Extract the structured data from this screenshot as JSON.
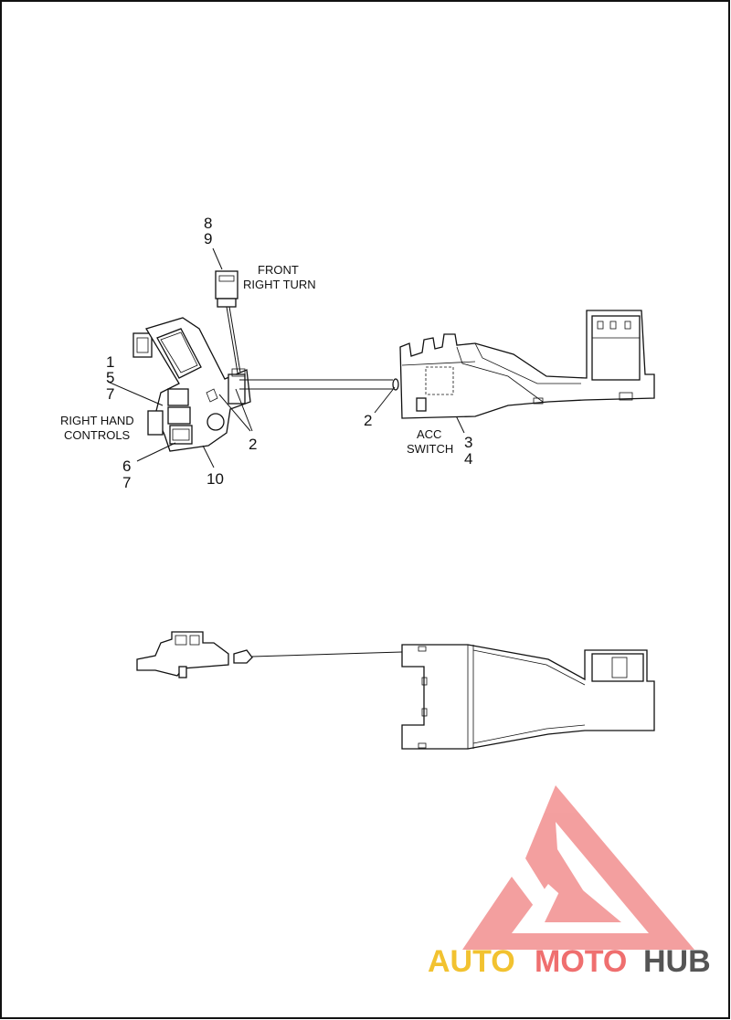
{
  "callouts": {
    "c_8": "8",
    "c_9": "9",
    "c_1": "1",
    "c_5": "5",
    "c_7a": "7",
    "c_2a": "2",
    "c_6": "6",
    "c_7b": "7",
    "c_10": "10",
    "c_2b": "2",
    "c_3": "3",
    "c_4": "4"
  },
  "labels": {
    "front_right_turn_1": "FRONT",
    "front_right_turn_2": "RIGHT TURN",
    "right_hand_controls_1": "RIGHT HAND",
    "right_hand_controls_2": "CONTROLS",
    "acc_switch_1": "ACC",
    "acc_switch_2": "SWITCH"
  },
  "watermark": {
    "auto": "AUTO",
    "moto": "MOTO",
    "hub": "HUB",
    "colors": {
      "auto": "#f2c230",
      "moto": "#ef6f6f",
      "hub": "#555555",
      "triangle": "#f08080"
    }
  }
}
